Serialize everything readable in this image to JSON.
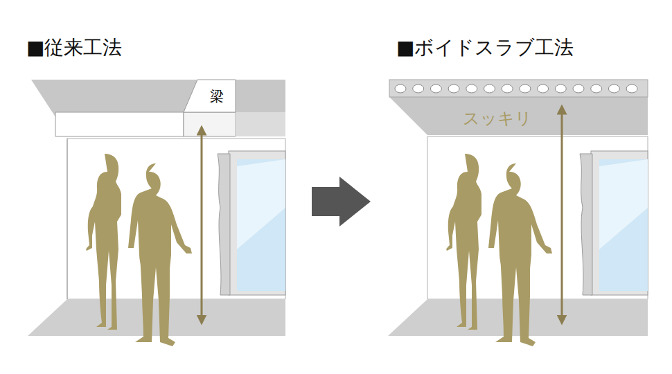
{
  "diagram": {
    "nodes": [
      {
        "text": [
          "梁"
        ]
      }
    ],
    "labels": [
      "■従来工法",
      "■ボイドスラブ工法",
      "スッキリ"
    ]
  }
}
